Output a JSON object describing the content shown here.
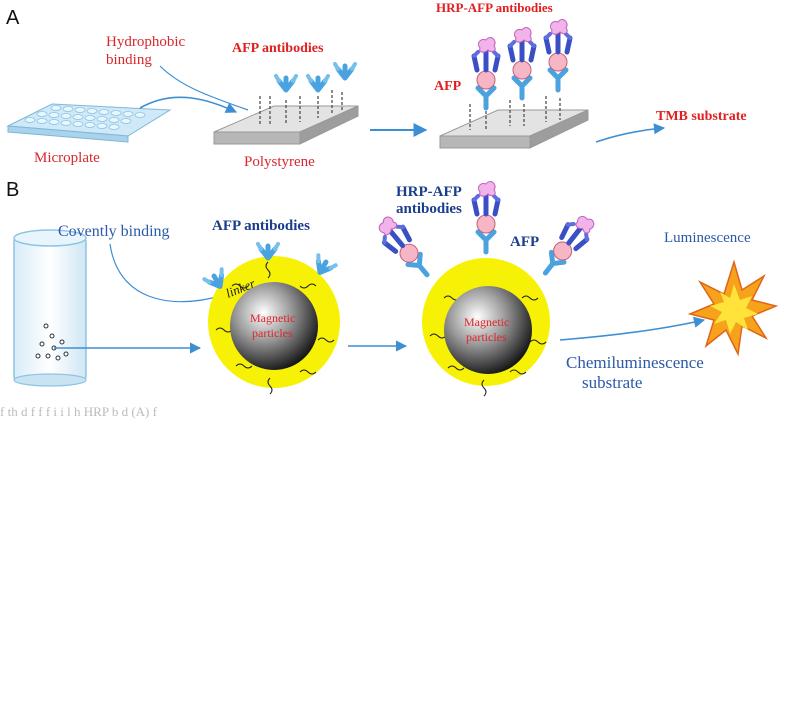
{
  "panel_a": {
    "letter": "A",
    "hydrophobic_label_1": "Hydrophobic",
    "hydrophobic_label_2": "binding",
    "afp_antibodies_label": "AFP  antibodies",
    "hrp_afp_antibodies_label": "HRP-AFP antibodies",
    "afp_label": "AFP",
    "microplate_label": "Microplate",
    "polystyrene_label": "Polystyrene",
    "tmb_label": "TMB substrate"
  },
  "panel_b": {
    "letter": "B",
    "covently_label": "Covently binding",
    "afp_antibodies_label": "AFP antibodies",
    "linker_label": "linker",
    "magnetic_label_1": "Magnetic",
    "magnetic_label_2": "particles",
    "hrp_afp_label_1": "HRP-AFP",
    "hrp_afp_label_2": "antibodies",
    "afp_label": "AFP",
    "luminescence_label": "Luminescence",
    "chemi_label_1": "Chemiluminescence",
    "chemi_label_2": "substrate"
  },
  "caption": "f        th    d    f       f  f                 i i  l          h   HRP b  d                     (A)  f"
}
